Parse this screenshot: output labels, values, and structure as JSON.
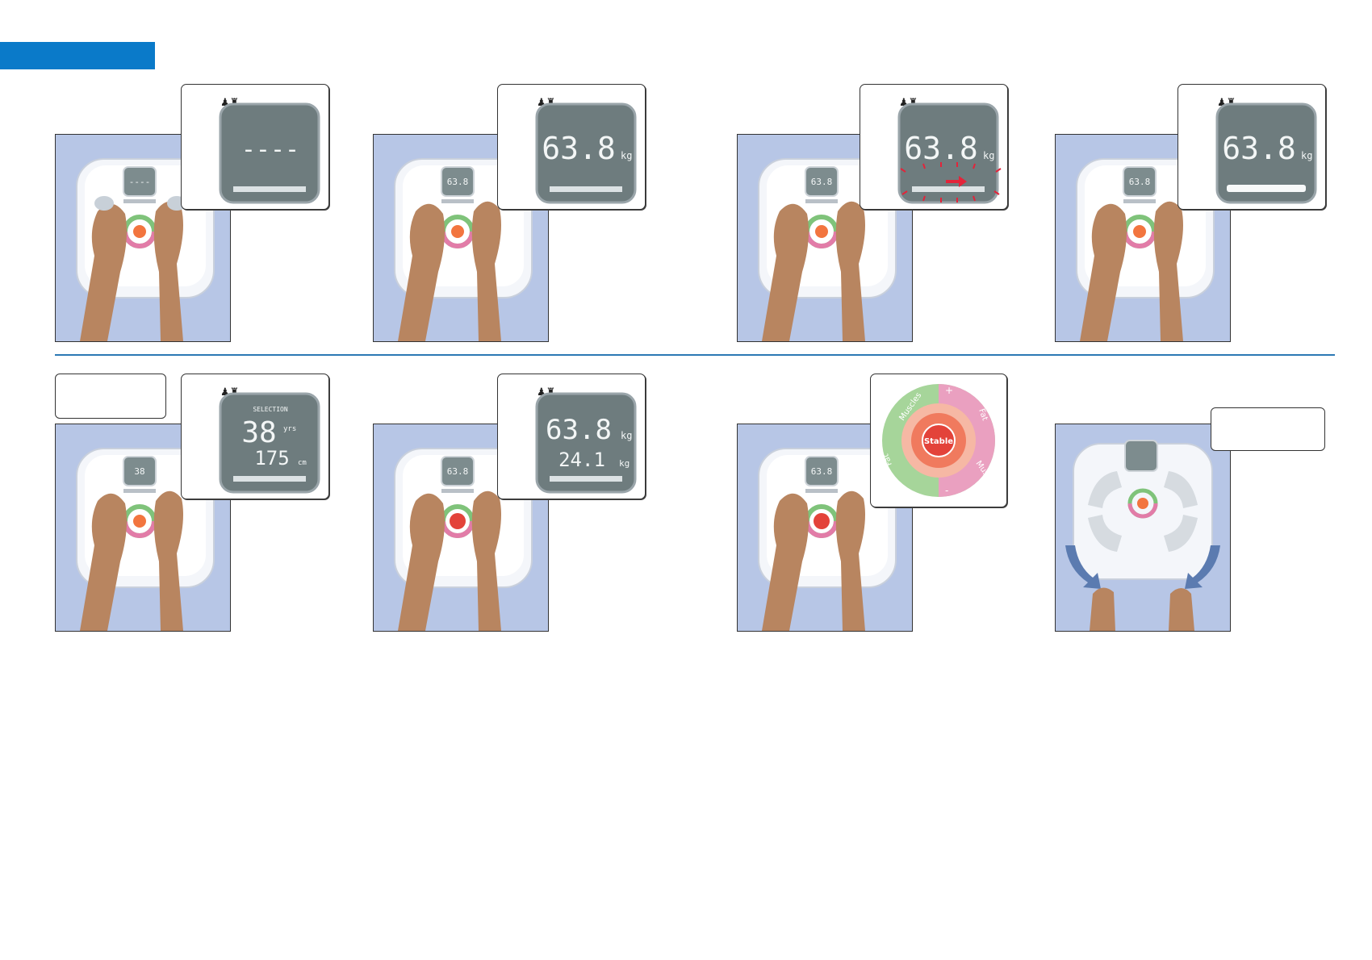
{
  "colors": {
    "header_accent": "#0a7ac9",
    "divider": "#2b78b4",
    "panel_bg": "#b7c6e6",
    "lcd": "#6e7c7e",
    "stable_red": "#e3433a"
  },
  "steps": [
    {
      "main": "----",
      "unit": "",
      "secondary": "",
      "secondary_unit": ""
    },
    {
      "main": "63.8",
      "unit": "kg",
      "secondary": "",
      "secondary_unit": ""
    },
    {
      "main": "63.8",
      "unit": "kg",
      "secondary": "",
      "secondary_unit": ""
    },
    {
      "main": "63.8",
      "unit": "kg",
      "secondary": "",
      "secondary_unit": ""
    },
    {
      "top": "SELECTION",
      "main": "38",
      "unit": "yrs",
      "secondary": "175",
      "secondary_unit": "cm"
    },
    {
      "main": "63.8",
      "unit": "kg",
      "secondary": "24.1",
      "secondary_unit": "kg"
    }
  ],
  "dial": {
    "center": "Stable",
    "labels": [
      "Muscles",
      "Fat",
      "+",
      "-",
      "Muscles",
      "Fat"
    ]
  },
  "mini_lcd": [
    "----",
    "63.8",
    "63.8",
    "63.8",
    "38",
    "63.8",
    "63.8"
  ],
  "icons": [
    "person-pair-icon"
  ]
}
